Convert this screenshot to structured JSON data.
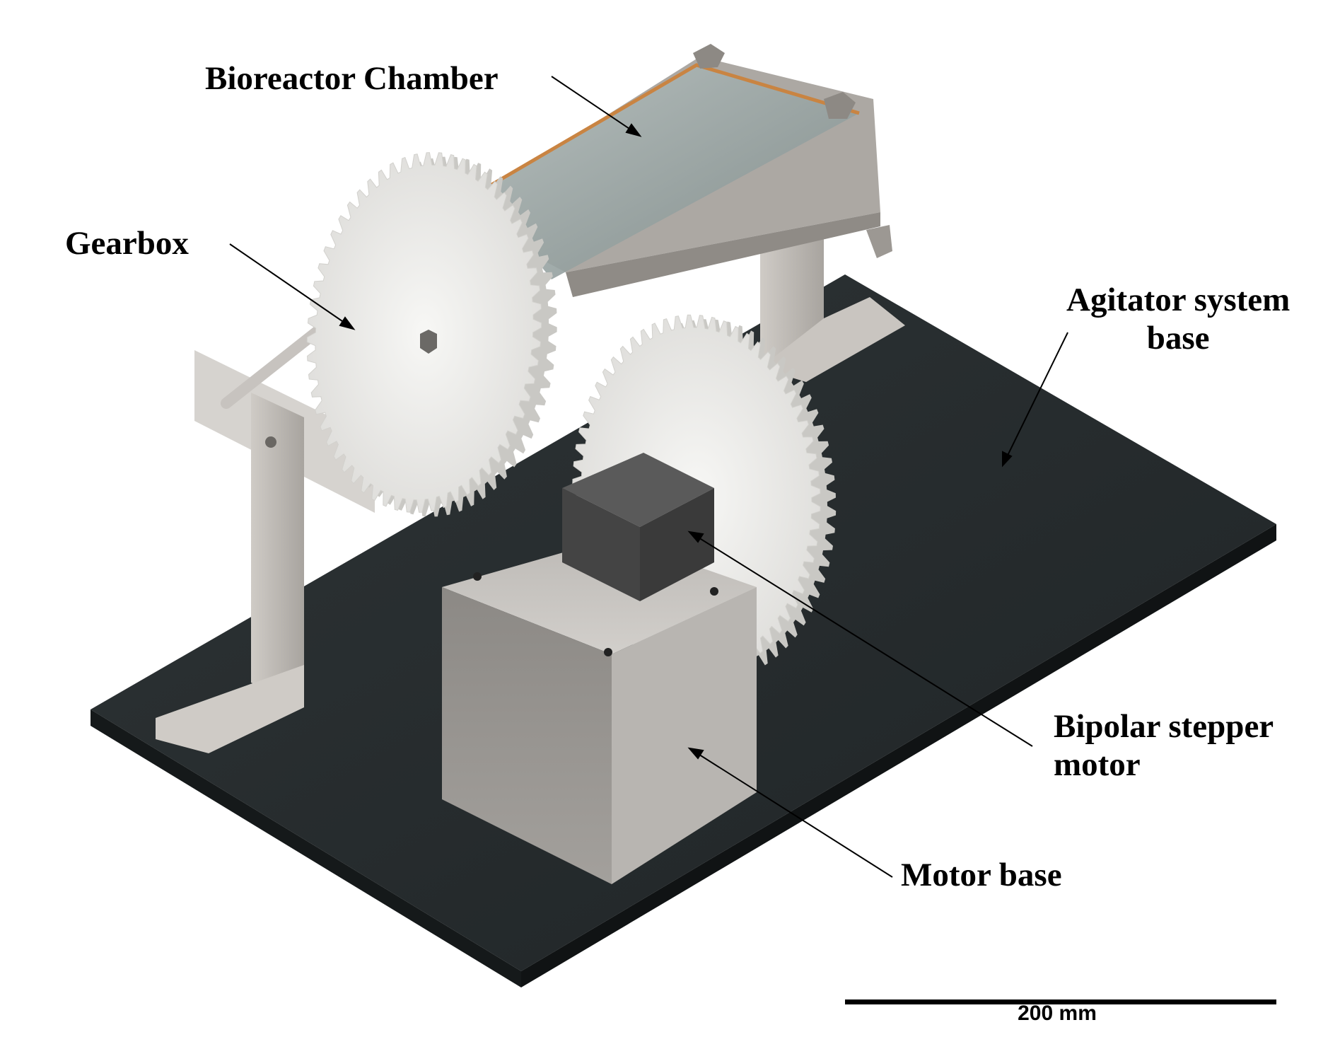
{
  "labels": {
    "bioreactor_chamber": "Bioreactor Chamber",
    "gearbox": "Gearbox",
    "agitator_line1": "Agitator system",
    "agitator_line2": "base",
    "stepper_line1": "Bipolar stepper",
    "stepper_line2": "motor",
    "motor_base": "Motor base"
  },
  "scale_bar": {
    "label": "200 mm"
  },
  "colors": {
    "base_plate": "#262b2d",
    "gear": "#ecebe8",
    "metal": "#b9b5b0",
    "motor": "#4a4a4a",
    "motor_base": "#8f8c88",
    "chamber_glass": "#9aa7a6",
    "gasket": "#c98442"
  }
}
